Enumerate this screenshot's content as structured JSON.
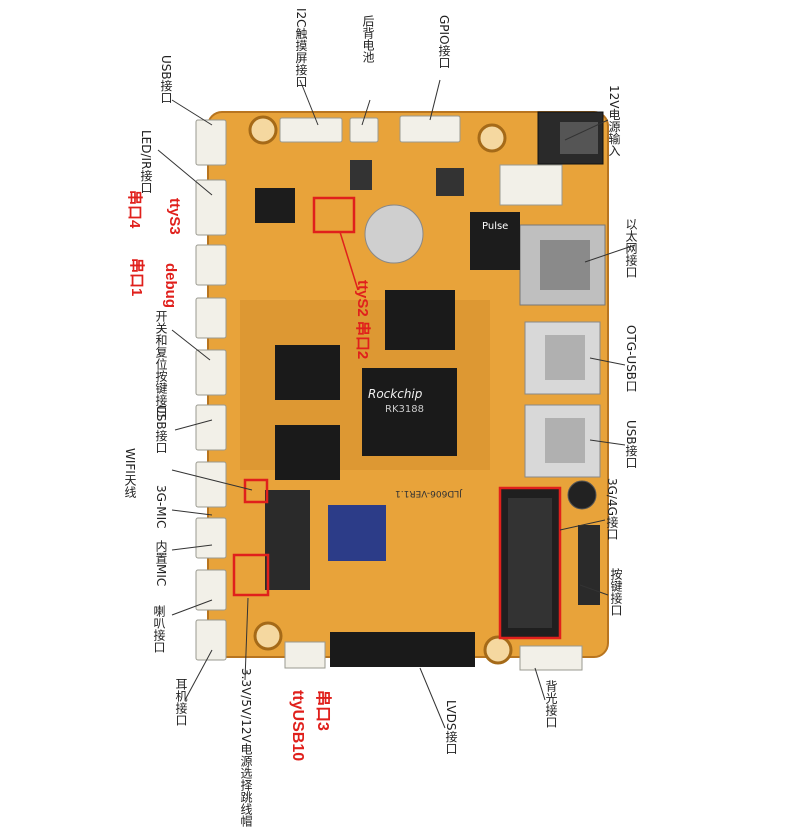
{
  "labels": {
    "usb_top_left": "USB接口",
    "i2c_touch": "I2C触摸屏接口",
    "rtc_battery": "后背电池",
    "gpio": "GPIO接口",
    "power_12v": "12V电源输入",
    "led_ir": "LED/IR接口",
    "ethernet": "以太网接口",
    "switch_reset": "开关和复位按键接口",
    "otg_usb": "OTG-USB口",
    "usb_mid_left": "USB接口",
    "usb_right": "USB接口",
    "wifi_antenna": "WIFI天线",
    "mic_3g": "3G-MIC",
    "mic_builtin": "内置MIC",
    "module_3g4g": "3G/4G接口",
    "speaker": "喇叭接口",
    "buttons": "按键接口",
    "headphone": "耳机接口",
    "power_select": "3.3V/5V/12V电源选择跳线帽",
    "lvds": "LVDS接口",
    "backlight": "背光接口"
  },
  "uart_labels": {
    "tty_s3": "ttyS3",
    "uart4": "串口4",
    "debug": "debug",
    "uart1": "串口1",
    "tty_s2_uart2": "ttyS2 串口2",
    "uart3": "串口3",
    "tty_usb10": "ttyUSB10"
  },
  "chips": {
    "pulse": "Pulse",
    "rockchip": "Rockchip",
    "soc_model": "RK3188",
    "board_id": "JLD606-VER1.1"
  },
  "colors": {
    "pcb": "#e8a33a",
    "pcb_dark": "#c9862a",
    "highlight": "#e0201c",
    "connector": "#f2f0e8"
  }
}
